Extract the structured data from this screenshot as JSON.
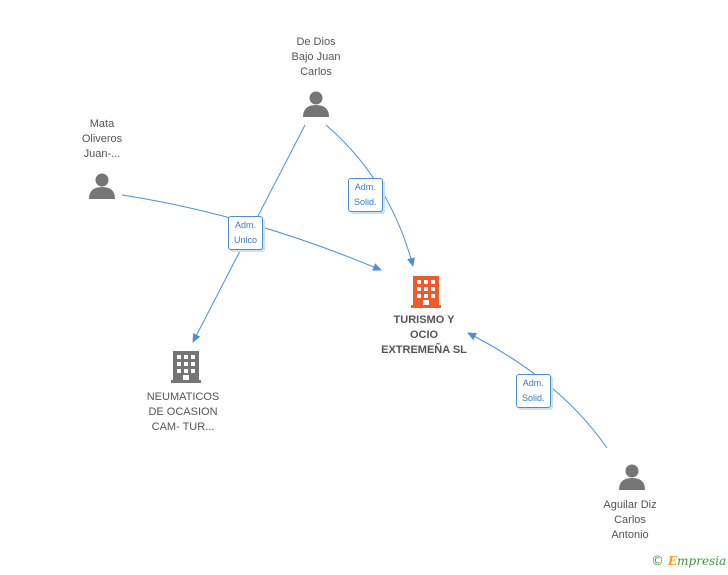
{
  "nodes": {
    "dedios": {
      "label": "De Dios\nBajo Juan\nCarlos"
    },
    "mata": {
      "label": "Mata\nOliveros\nJuan-..."
    },
    "turismo": {
      "label": "TURISMO Y\nOCIO\nEXTREMEÑA SL"
    },
    "neumaticos": {
      "label": "NEUMATICOS\nDE OCASION\nCAM- TUR..."
    },
    "aguilar": {
      "label": "Aguilar Diz\nCarlos\nAntonio"
    }
  },
  "edges": {
    "adm_unico": {
      "label": "Adm.\nUnico"
    },
    "adm_solid_top": {
      "label": "Adm.\nSolid."
    },
    "adm_solid_bottom": {
      "label": "Adm.\nSolid."
    }
  },
  "colors": {
    "edge": "#4a8fd8",
    "person_icon": "#757575",
    "company_icon": "#757575",
    "main_company_icon": "#f05a28"
  },
  "footer": {
    "copyright_symbol": "©",
    "brand_initial": "E",
    "brand_rest": "mpresia"
  }
}
